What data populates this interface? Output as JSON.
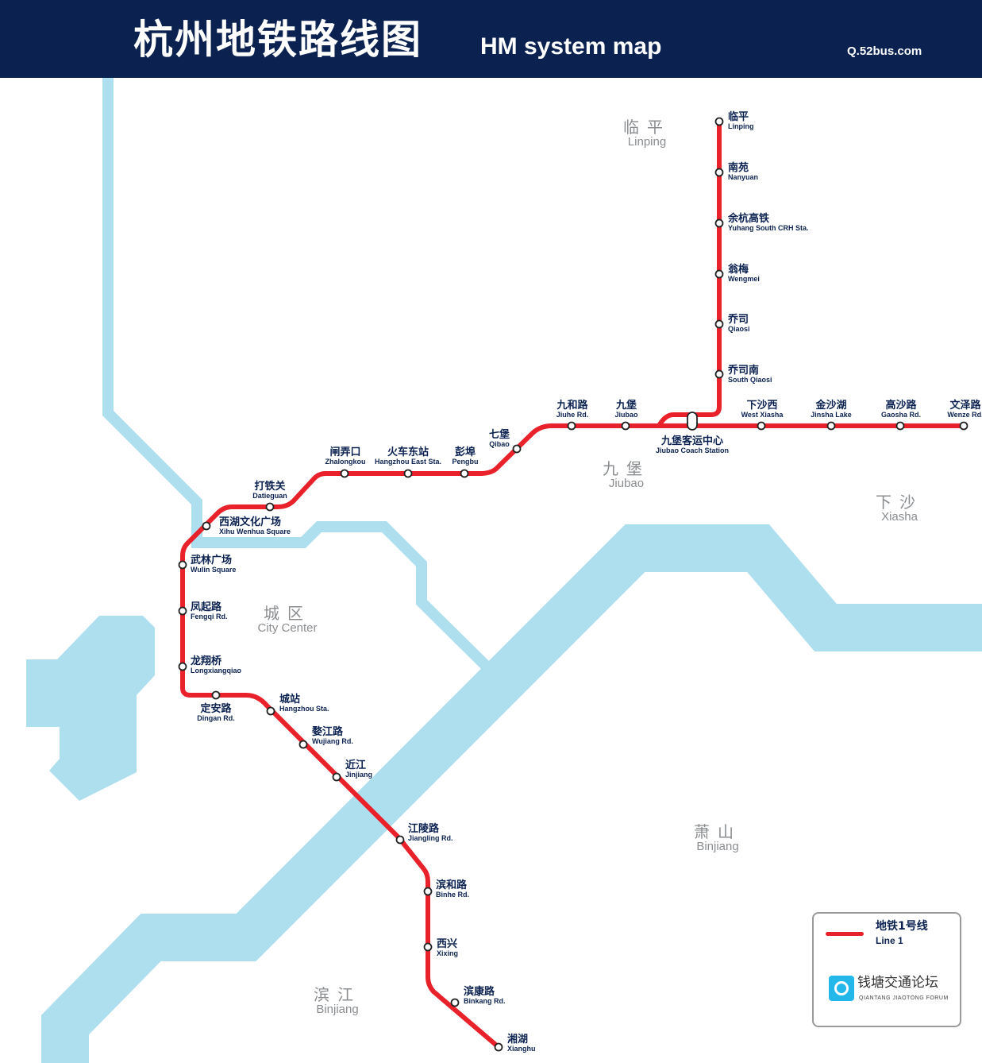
{
  "header": {
    "title_cn": "杭州地铁路线图",
    "title_en": "HM system map",
    "site": "Q.52bus.com"
  },
  "colors": {
    "header": "#0b2251",
    "line1": "#e8212a",
    "water": "#aedfee",
    "district_text": "#8a8d90"
  },
  "districts": [
    {
      "cn": "临平",
      "en": "Linping"
    },
    {
      "cn": "九堡",
      "en": "Jiubao"
    },
    {
      "cn": "下沙",
      "en": "Xiasha"
    },
    {
      "cn": "城区",
      "en": "City Center"
    },
    {
      "cn": "萧山",
      "en": "Binjiang"
    },
    {
      "cn": "滨江",
      "en": "Binjiang"
    }
  ],
  "stations": [
    {
      "cn": "临平",
      "en": "Linping"
    },
    {
      "cn": "南苑",
      "en": "Nanyuan"
    },
    {
      "cn": "余杭高铁",
      "en": "Yuhang South CRH Sta."
    },
    {
      "cn": "翁梅",
      "en": "Wengmei"
    },
    {
      "cn": "乔司",
      "en": "Qiaosi"
    },
    {
      "cn": "乔司南",
      "en": "South Qiaosi"
    },
    {
      "cn": "九堡客运中心",
      "en": "Jiubao Coach Station"
    },
    {
      "cn": "下沙西",
      "en": "West Xiasha"
    },
    {
      "cn": "金沙湖",
      "en": "Jinsha Lake"
    },
    {
      "cn": "高沙路",
      "en": "Gaosha Rd."
    },
    {
      "cn": "文泽路",
      "en": "Wenze Rd."
    },
    {
      "cn": "九堡",
      "en": "Jiubao"
    },
    {
      "cn": "九和路",
      "en": "Jiuhe Rd."
    },
    {
      "cn": "七堡",
      "en": "Qibao"
    },
    {
      "cn": "彭埠",
      "en": "Pengbu"
    },
    {
      "cn": "火车东站",
      "en": "Hangzhou East Sta."
    },
    {
      "cn": "闸弄口",
      "en": "Zhalongkou"
    },
    {
      "cn": "打铁关",
      "en": "Datieguan"
    },
    {
      "cn": "西湖文化广场",
      "en": "Xihu Wenhua Square"
    },
    {
      "cn": "武林广场",
      "en": "Wulin Square"
    },
    {
      "cn": "凤起路",
      "en": "Fengqi Rd."
    },
    {
      "cn": "龙翔桥",
      "en": "Longxiangqiao"
    },
    {
      "cn": "定安路",
      "en": "Dingan Rd."
    },
    {
      "cn": "城站",
      "en": "Hangzhou Sta."
    },
    {
      "cn": "婺江路",
      "en": "Wujiang Rd."
    },
    {
      "cn": "近江",
      "en": "Jinjiang"
    },
    {
      "cn": "江陵路",
      "en": "Jiangling Rd."
    },
    {
      "cn": "滨和路",
      "en": "Binhe Rd."
    },
    {
      "cn": "西兴",
      "en": "Xixing"
    },
    {
      "cn": "滨康路",
      "en": "Binkang Rd."
    },
    {
      "cn": "湘湖",
      "en": "Xianghu"
    }
  ],
  "legend": {
    "line_cn": "地铁1号线",
    "line_en": "Line 1",
    "forum_cn": "钱塘交通论坛",
    "forum_en": "QIANTANG JIAOTONG FORUM"
  }
}
